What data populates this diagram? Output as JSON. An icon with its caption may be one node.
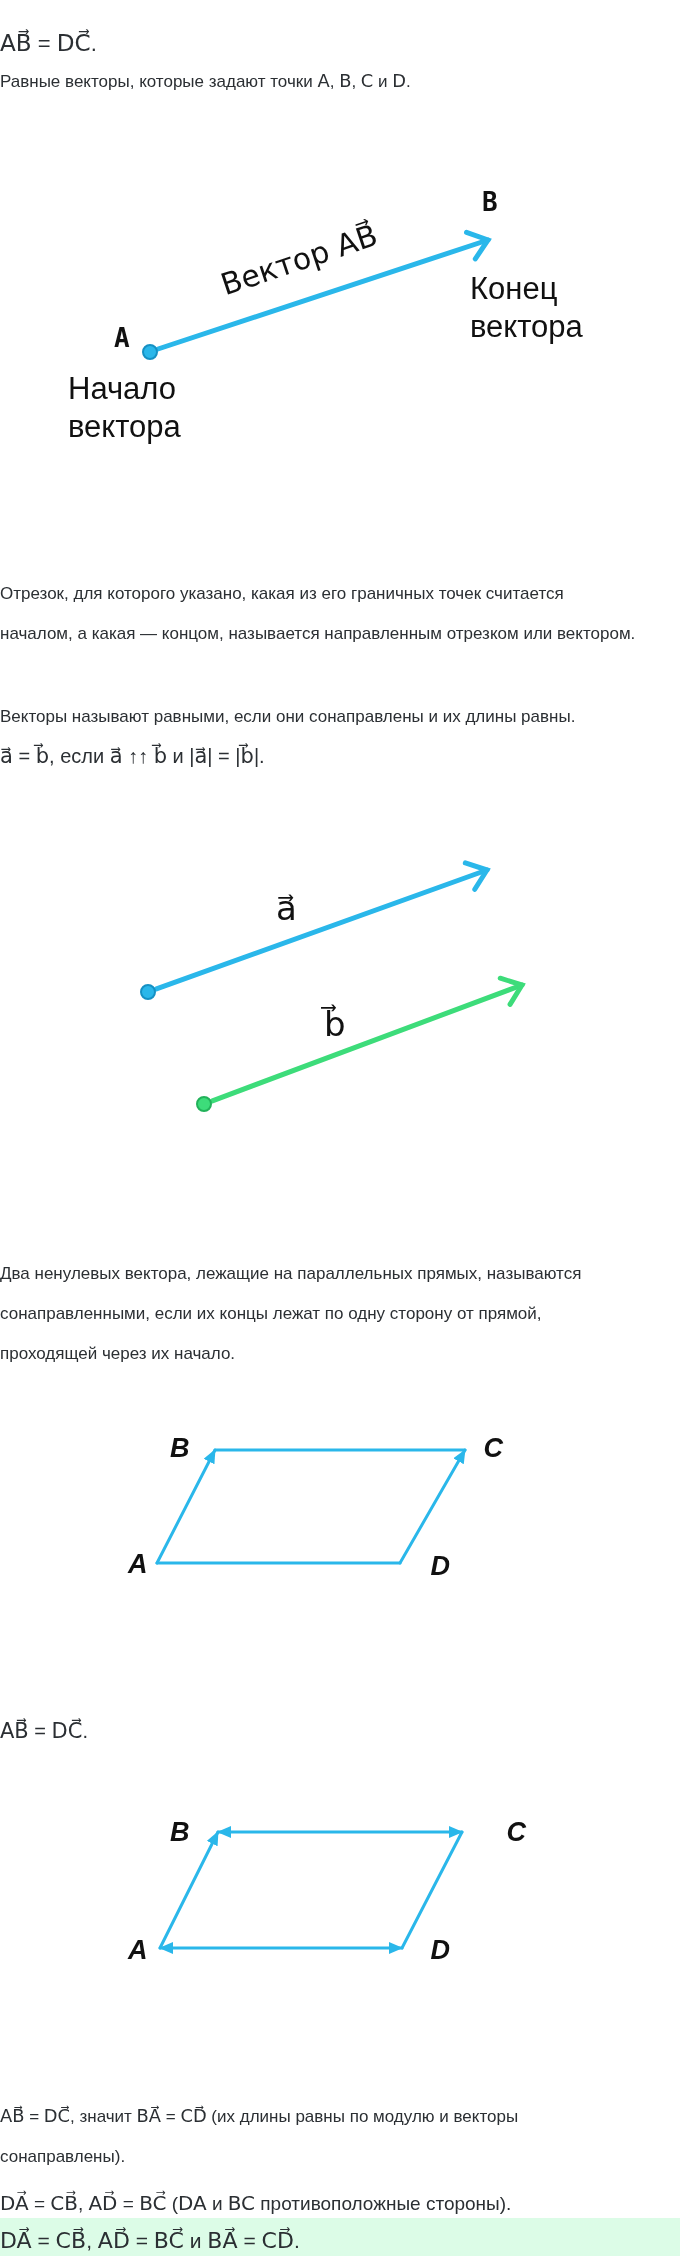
{
  "diagram": {
    "nodes": [
      {
        "text": [
          "A"
        ],
        "beside": [
          "Начало вектора"
        ]
      },
      {
        "text": [
          "B"
        ],
        "beside": [
          "Конец вектора"
        ]
      },
      {
        "text": [],
        "shape": "circle"
      },
      {
        "text": [],
        "shape": "circle"
      },
      {
        "text": [
          "B"
        ]
      },
      {
        "text": [
          "C"
        ]
      },
      {
        "text": [
          "A"
        ]
      },
      {
        "text": [
          "D"
        ]
      },
      {
        "text": [
          "B"
        ]
      },
      {
        "text": [
          "C"
        ]
      },
      {
        "text": [
          "A"
        ]
      },
      {
        "text": [
          "D"
        ]
      }
    ],
    "edges": [
      {
        "from": 0,
        "to": 1,
        "arrow": "to",
        "label": "Вектор AB⃗"
      },
      {
        "from": 2,
        "to": null,
        "arrow": "to",
        "label": "a⃗"
      },
      {
        "from": 3,
        "to": null,
        "arrow": "to",
        "label": "b⃗",
        "color": "#3ddc7a"
      },
      {
        "from": 6,
        "to": 4,
        "arrow": "to"
      },
      {
        "from": 4,
        "to": 5,
        "arrow": "none"
      },
      {
        "from": 7,
        "to": 5,
        "arrow": "to"
      },
      {
        "from": 6,
        "to": 7,
        "arrow": "none"
      },
      {
        "from": 10,
        "to": 8,
        "arrow": "to"
      },
      {
        "from": 8,
        "to": 9,
        "arrow": "both"
      },
      {
        "from": 10,
        "to": 11,
        "arrow": "both"
      },
      {
        "from": 11,
        "to": 9,
        "arrow": "none"
      }
    ],
    "labels": [
      "*AB⃗* = *DC⃗*.",
      "Равные векторы, которые задают точки *A*, *B*, *C* и *D*.",
      "Отрезок, для которого указано, какая из его граничных точек считается началом, а какая — концом, называется направленным отрезком или вектором.",
      "Векторы называют равными, если они сонаправлены и их длины равны.",
      "*a⃗* = *b⃗*, если *a⃗* ↑↑ *b⃗* и |*a⃗*| = |*b⃗*|.",
      "Два ненулевых вектора, лежащие на параллельных прямых, называются сонаправленными, если их концы лежат по одну сторону от прямой, проходящей через их начало.",
      "*AB⃗* = *DC⃗*.",
      "*AB⃗* = *DC⃗*, значит *BA⃗* = *CD⃗* (их длины равны по модулю и векторы сонаправлены).",
      "*DA⃗* = *CB⃗*, *AD⃗* = *BC⃗* (*DA* и *BC* противоположные стороны).",
      "*DA⃗* = *CB⃗*, *AD⃗* = *BC⃗* и *BA⃗* = *CD⃗*."
    ]
  }
}
